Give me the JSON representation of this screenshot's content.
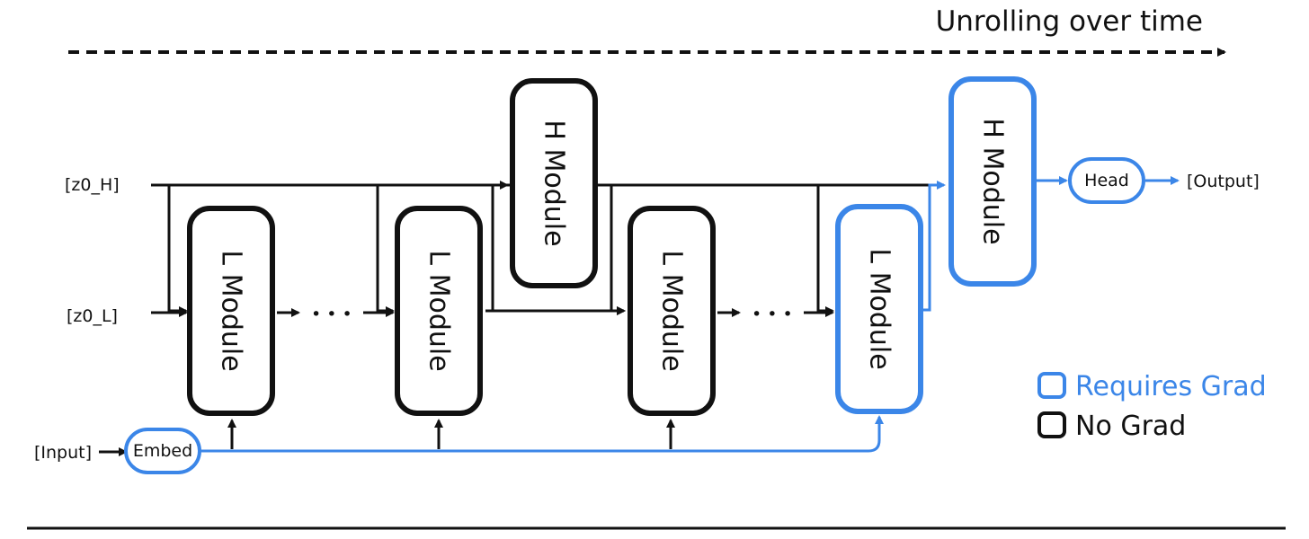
{
  "diagram": {
    "title": "Unrolling over time",
    "inputs": {
      "z0_h": "[z0_H]",
      "z0_l": "[z0_L]",
      "input": "[Input]",
      "output": "[Output]"
    },
    "modules": {
      "l_module": "L Module",
      "h_module": "H Module",
      "embed": "Embed",
      "head": "Head",
      "ellipsis": "• • •"
    },
    "legend": {
      "requires_grad": "Requires Grad",
      "no_grad": "No Grad"
    },
    "colors": {
      "grad": "#3b86e8",
      "no_grad": "#111111"
    }
  }
}
